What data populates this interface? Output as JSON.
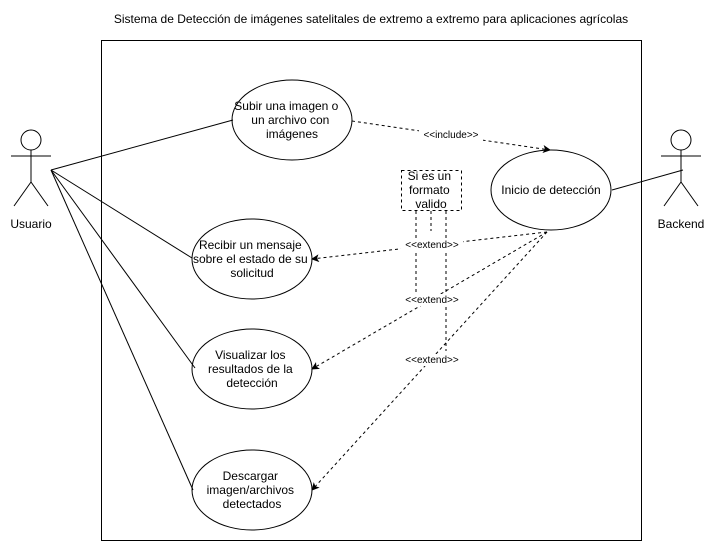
{
  "diagram": {
    "title": "Sistema de Detección de imágenes satelitales de extremo a extremo para aplicaciones agrícolas",
    "actors": {
      "user": "Usuario",
      "backend": "Backend"
    },
    "use_cases": {
      "upload": [
        "Subir una imagen o",
        "un archivo con",
        "imágenes"
      ],
      "detection": [
        "Inicio de detección"
      ],
      "status": [
        "Recibir un mensaje",
        "sobre el estado de su",
        "solicitud"
      ],
      "results": [
        "Visualizar los",
        "resultados de la",
        "detección"
      ],
      "download": [
        "Descargar",
        "imagen/archivos",
        "detectados"
      ]
    },
    "relations": {
      "include": "<<include>>",
      "extend_1": "<<extend>>",
      "extend_2": "<<extend>>",
      "extend_3": "<<extend>>"
    },
    "note": [
      "Si es un",
      "formato",
      "valido"
    ]
  }
}
